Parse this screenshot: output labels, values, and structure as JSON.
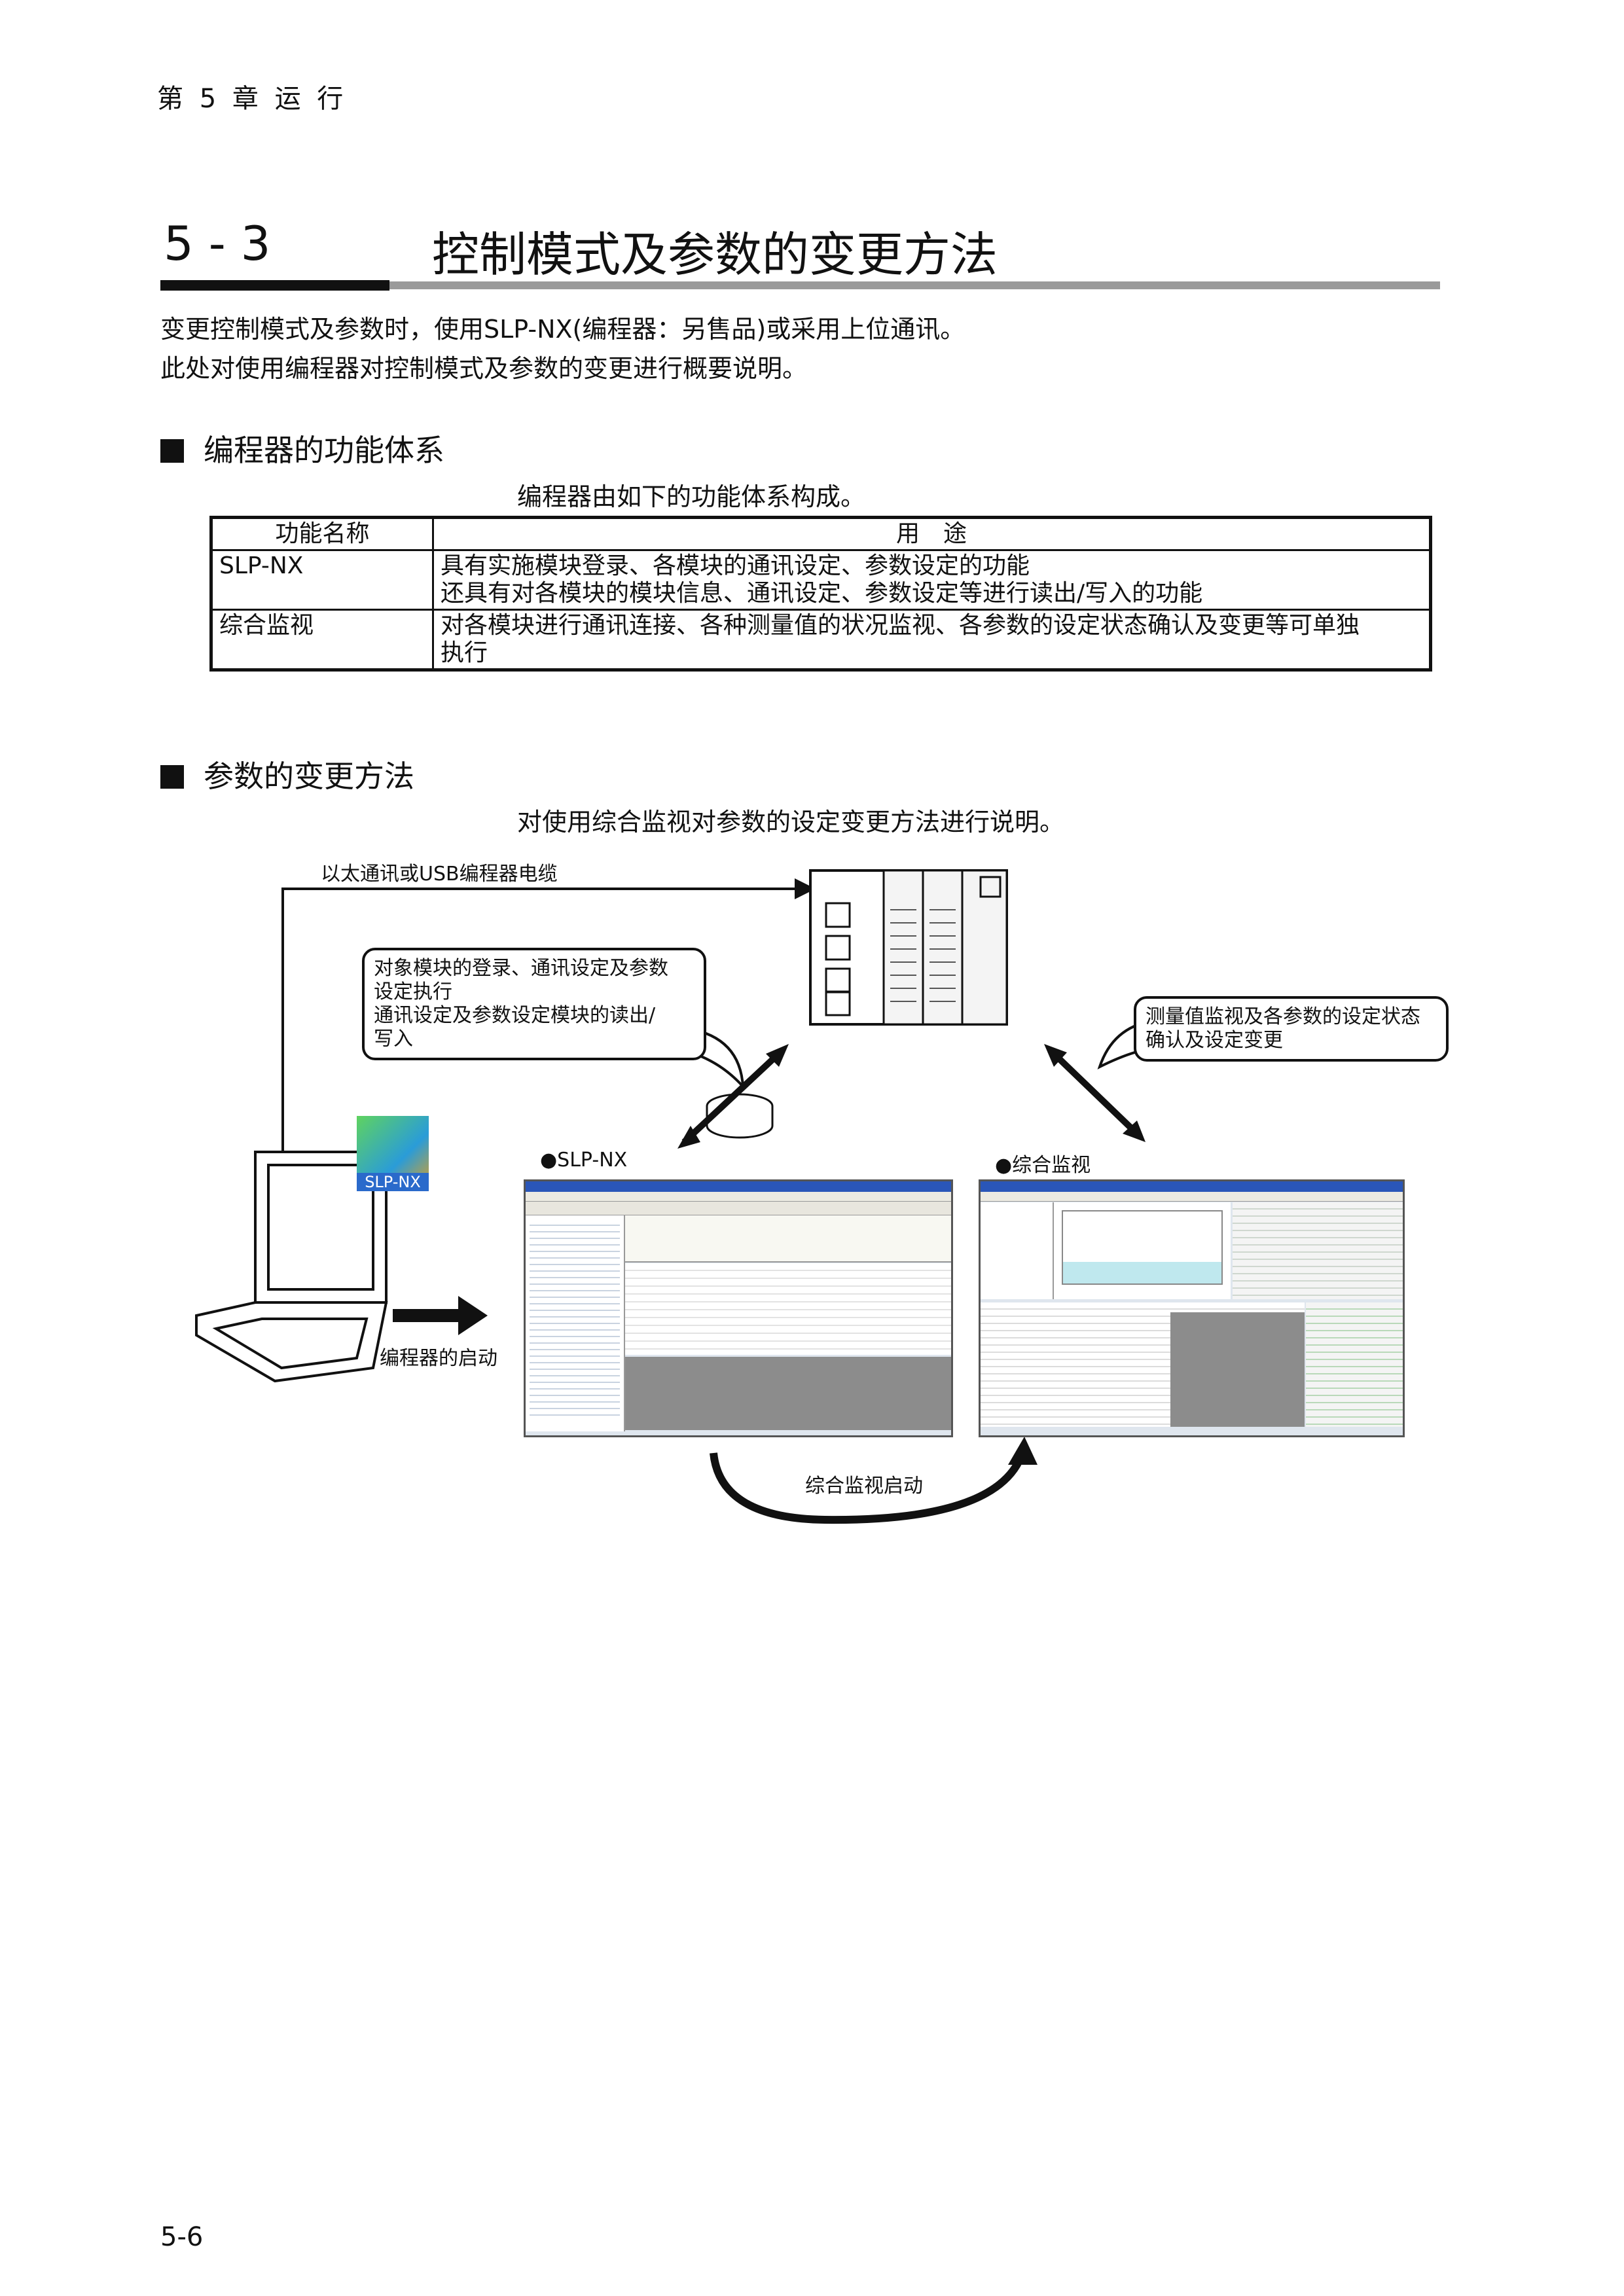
{
  "header": {
    "chapter": "第 5 章   运   行"
  },
  "section": {
    "number": "5 - 3",
    "title": "控制模式及参数的变更方法"
  },
  "intro": [
    "变更控制模式及参数时，使用SLP-NX(编程器：另售品)或采用上位通讯。",
    "此处对使用编程器对控制模式及参数的变更进行概要说明。"
  ],
  "section_function": {
    "heading": "编程器的功能体系",
    "caption": "编程器由如下的功能体系构成。",
    "table": {
      "headers": [
        "功能名称",
        "用　途"
      ],
      "rows": [
        {
          "name": "SLP-NX",
          "lines": [
            "具有实施模块登录、各模块的通讯设定、参数设定的功能",
            "还具有对各模块的模块信息、通讯设定、参数设定等进行读出/写入的功能"
          ]
        },
        {
          "name": "综合监视",
          "lines": [
            "对各模块进行通讯连接、各种测量值的状况监视、各参数的设定状态确认及变更等可单独",
            "执行"
          ]
        }
      ]
    }
  },
  "section_param": {
    "heading": "参数的变更方法",
    "caption": "对使用综合监视对参数的设定变更方法进行说明。"
  },
  "diagram": {
    "cable_label": "以太通讯或USB编程器电缆",
    "bubble_left": [
      "对象模块的登录、通讯设定及参数",
      "设定执行",
      "通讯设定及参数设定模块的读出/",
      "写入"
    ],
    "bubble_right": [
      "测量值监视及各参数的设定状态",
      "确认及设定变更"
    ],
    "slpnx_label": "●SLP-NX",
    "monitor_label": "●综合监视",
    "icon_text": "SLP-NX",
    "start_label": "编程器的启动",
    "monitor_start_label": "综合监视启动"
  },
  "footer": {
    "page": "5-6"
  }
}
